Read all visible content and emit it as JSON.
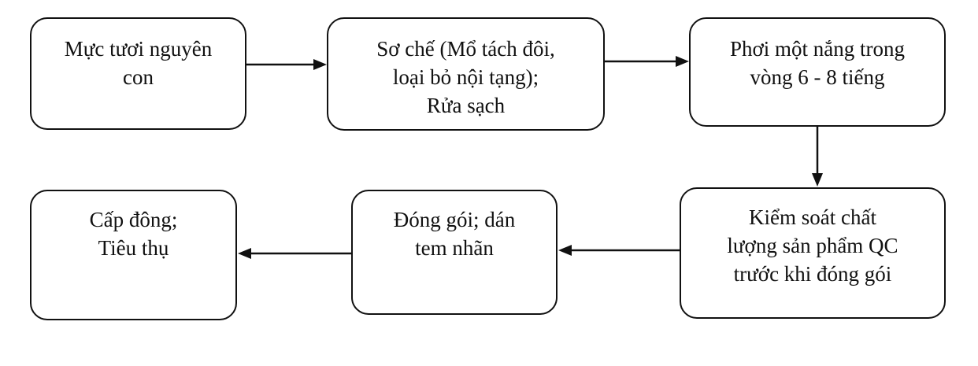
{
  "steps": [
    {
      "id": "fresh-squid",
      "lines": [
        "Mực tươi nguyên",
        "con"
      ]
    },
    {
      "id": "preprocess",
      "lines": [
        "Sơ chế (Mổ tách đôi,",
        "loại bỏ nội tạng);",
        "Rửa sạch"
      ]
    },
    {
      "id": "sun-dry",
      "lines": [
        "Phơi một nắng trong",
        "vòng 6 - 8 tiếng"
      ]
    },
    {
      "id": "qc-check",
      "lines": [
        "Kiểm soát chất",
        "lượng sản phẩm QC",
        "trước khi đóng gói"
      ]
    },
    {
      "id": "packaging",
      "lines": [
        "Đóng gói; dán",
        "tem nhãn"
      ]
    },
    {
      "id": "freeze-consume",
      "lines": [
        "Cấp đông;",
        "Tiêu thụ"
      ]
    }
  ],
  "connections": [
    {
      "from": "fresh-squid",
      "to": "preprocess"
    },
    {
      "from": "preprocess",
      "to": "sun-dry"
    },
    {
      "from": "sun-dry",
      "to": "qc-check"
    },
    {
      "from": "qc-check",
      "to": "packaging"
    },
    {
      "from": "packaging",
      "to": "freeze-consume"
    }
  ],
  "colors": {
    "stroke": "#111111",
    "background": "#ffffff",
    "text": "#111111"
  }
}
